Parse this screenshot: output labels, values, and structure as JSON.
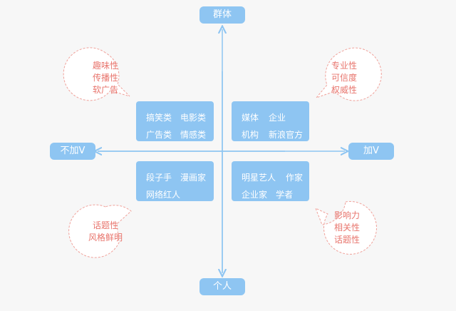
{
  "axes": {
    "top": "群体",
    "bottom": "个人",
    "left": "不加V",
    "right": "加V"
  },
  "quadrants": {
    "top_left": {
      "rows": [
        [
          "搞笑类",
          "电影类"
        ],
        [
          "广告类",
          "情感类"
        ]
      ]
    },
    "top_right": {
      "rows": [
        [
          "媒体",
          "企业"
        ],
        [
          "机构",
          "新浪官方"
        ]
      ]
    },
    "bottom_left": {
      "rows": [
        [
          "段子手",
          "漫画家"
        ],
        [
          "网络红人"
        ]
      ]
    },
    "bottom_right": {
      "rows": [
        [
          "明星艺人",
          "作家"
        ],
        [
          "企业家",
          "学者"
        ]
      ]
    }
  },
  "bubbles": {
    "top_left": [
      "趣味性",
      "传播性",
      "软广告"
    ],
    "top_right": [
      "专业性",
      "可信度",
      "权威性"
    ],
    "bottom_left": [
      "话题性",
      "风格鲜明"
    ],
    "bottom_right": [
      "影响力",
      "相关性",
      "话题性"
    ]
  },
  "colors": {
    "accent": "#8ec5f2",
    "bubble_text": "#e8756d",
    "bubble_border": "#f0a29b",
    "background": "#f7f7f7"
  }
}
